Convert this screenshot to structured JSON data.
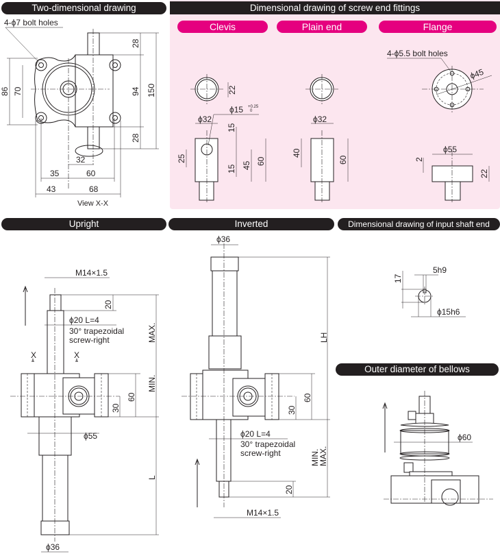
{
  "headers": {
    "two_dimensional": "Two-dimensional drawing",
    "screw_end_fittings": "Dimensional drawing of screw end fittings",
    "upright": "Upright",
    "inverted": "Inverted",
    "input_shaft_end": "Dimensional drawing of input shaft end",
    "bellows": "Outer diameter of bellows"
  },
  "fittings": {
    "clevis": "Clevis",
    "plain_end": "Plain end",
    "flange": "Flange"
  },
  "two_d": {
    "bolt_holes": "4-ϕ7 bolt holes",
    "d28_top": "28",
    "d94": "94",
    "d150": "150",
    "d28_bottom": "28",
    "d86": "86",
    "d70": "70",
    "d32": "32",
    "d35": "35",
    "d60": "60",
    "d43": "43",
    "d68": "68",
    "view": "View X-X"
  },
  "clevis": {
    "d22": "22",
    "d32": "ϕ32",
    "d15": "ϕ15",
    "tol_upper": "+0.25",
    "tol_lower": "0",
    "d15a": "15",
    "d15b": "15",
    "d25": "25",
    "d45": "45",
    "d60": "60"
  },
  "plain_end": {
    "d32": "ϕ32",
    "d40": "40",
    "d60": "60"
  },
  "flange": {
    "bolt_holes": "4-ϕ5.5 bolt holes",
    "d45": "ϕ45",
    "d55": "ϕ55",
    "d2": "2",
    "d22": "22"
  },
  "upright": {
    "thread": "M14×1.5",
    "d20": "20",
    "screw1": "ϕ20   L=4",
    "screw2": "30° trapezoidal",
    "screw3": "screw-right",
    "x_left": "X",
    "x_right": "X",
    "max": "MAX.",
    "min": "MIN.",
    "d60": "60",
    "d30": "30",
    "d55": "ϕ55",
    "l": "L",
    "d36": "ϕ36"
  },
  "inverted": {
    "d36": "ϕ36",
    "lh": "LH",
    "d60": "60",
    "d30": "30",
    "screw1": "ϕ20   L=4",
    "screw2": "30° trapezoidal",
    "screw3": "screw-right",
    "min": "MIN.",
    "max": "MAX.",
    "d20": "20",
    "thread": "M14×1.5"
  },
  "input_shaft": {
    "key": "5h9",
    "d17": "17",
    "dia": "ϕ15h6"
  },
  "bellows": {
    "dia": "ϕ60"
  }
}
